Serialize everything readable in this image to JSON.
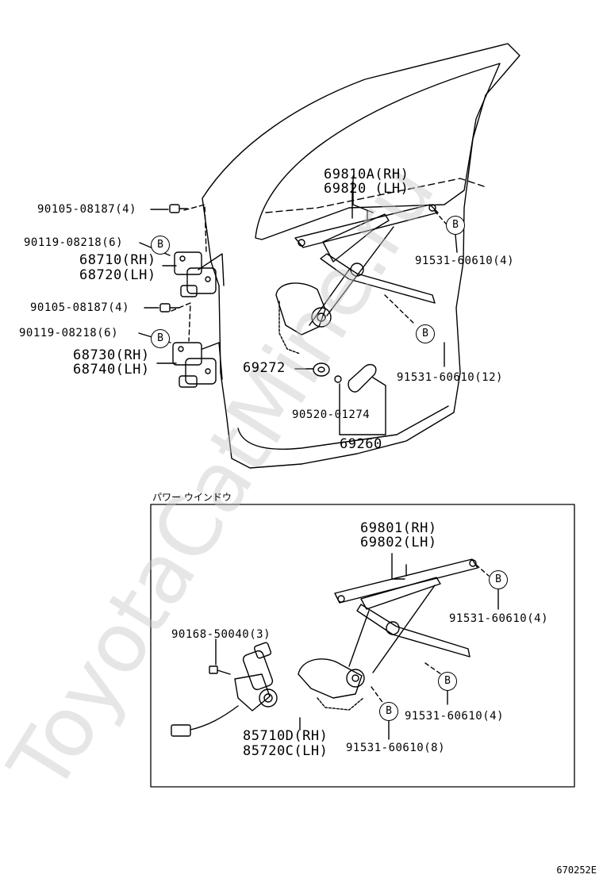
{
  "labels": {
    "bolt_upper": "90105-08187(4)",
    "bolt_upper_b": "90119-08218(6)",
    "hinge_upper_rh": "68710(RH)",
    "hinge_upper_lh": "68720(LH)",
    "bolt_lower": "90105-08187(4)",
    "bolt_lower_b": "90119-08218(6)",
    "hinge_lower_rh": "68730(RH)",
    "hinge_lower_lh": "68740(LH)",
    "regulator_rh": "69810A(RH)",
    "regulator_lh": "69820  (LH)",
    "screw_upper": "91531-60610(4)",
    "screw_lower": "91531-60610(12)",
    "washer": "69272",
    "clip": "90520-01274",
    "handle": "69260",
    "inset_title": "パワー ウインドウ",
    "pw_regulator_rh": "69801(RH)",
    "pw_regulator_lh": "69802(LH)",
    "pw_screw_a": "91531-60610(4)",
    "pw_motor_screw": "90168-50040(3)",
    "pw_screw_b": "91531-60610(4)",
    "pw_screw_c": "91531-60610(8)",
    "motor_rh": "85710D(RH)",
    "motor_lh": "85720C(LH)",
    "drawing_code": "670252E"
  },
  "callout_letter": "B",
  "watermark": "ToyotaCatMine.ru"
}
